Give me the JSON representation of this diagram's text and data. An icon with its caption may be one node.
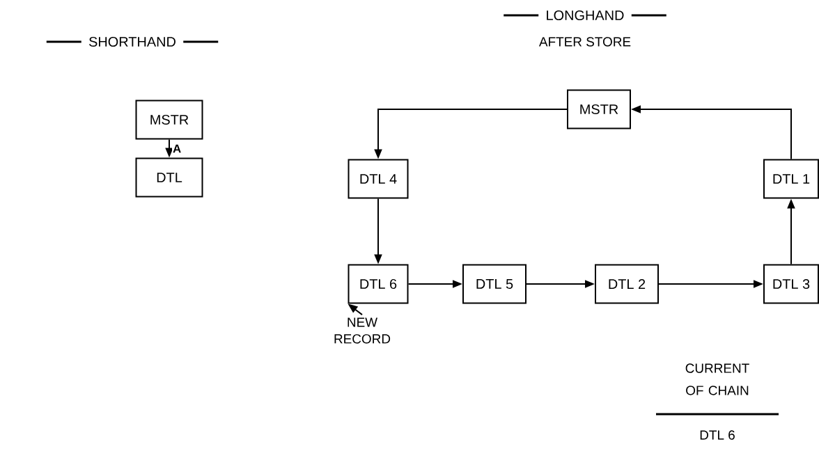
{
  "diagram": {
    "nodes": [
      {
        "text": [
          "MSTR"
        ]
      },
      {
        "text": [
          "DTL"
        ]
      },
      {
        "text": [
          "MSTR"
        ]
      },
      {
        "text": [
          "DTL 4"
        ]
      },
      {
        "text": [
          "DTL 1"
        ]
      },
      {
        "text": [
          "DTL 6"
        ]
      },
      {
        "text": [
          "DTL 5"
        ]
      },
      {
        "text": [
          "DTL 2"
        ]
      },
      {
        "text": [
          "DTL 3"
        ]
      },
      {
        "text": [
          "NEW RECORD"
        ]
      }
    ],
    "edges": [
      {
        "from": 0,
        "to": 1,
        "arrow": "to",
        "label": "A"
      },
      {
        "from": 2,
        "to": 3,
        "arrow": "to"
      },
      {
        "from": 3,
        "to": 5,
        "arrow": "to"
      },
      {
        "from": 5,
        "to": 6,
        "arrow": "to"
      },
      {
        "from": 6,
        "to": 7,
        "arrow": "to"
      },
      {
        "from": 7,
        "to": 8,
        "arrow": "to"
      },
      {
        "from": 8,
        "to": 4,
        "arrow": "to"
      },
      {
        "from": 4,
        "to": 2,
        "arrow": "to"
      },
      {
        "from": 9,
        "to": 5,
        "arrow": "to"
      }
    ],
    "labels": [
      "SHORTHAND",
      "LONGHAND",
      "AFTER STORE",
      "CURRENT OF CHAIN",
      "DTL 6"
    ]
  }
}
